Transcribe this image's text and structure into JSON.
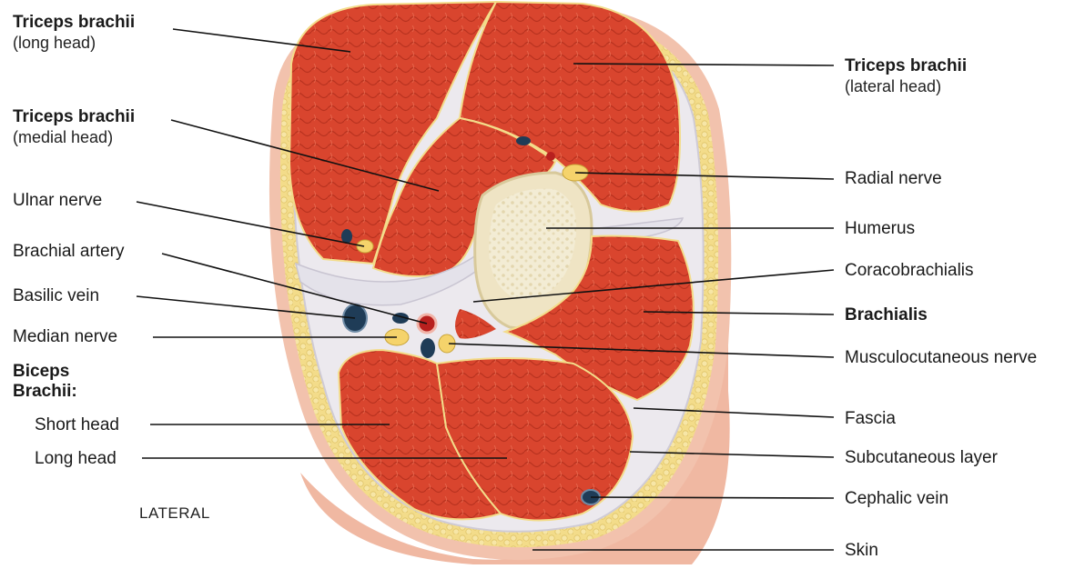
{
  "left_labels": {
    "triceps_long": {
      "name": "Triceps brachii",
      "sub": "(long head)"
    },
    "triceps_medial": {
      "name": "Triceps brachii",
      "sub": "(medial head)"
    },
    "ulnar_nerve": "Ulnar nerve",
    "brachial_artery": "Brachial artery",
    "basilic_vein": "Basilic vein",
    "median_nerve": "Median nerve",
    "biceps": {
      "line1": "Biceps",
      "line2": "Brachii:"
    },
    "short_head": "Short head",
    "long_head": "Long head",
    "lateral": "LATERAL"
  },
  "right_labels": {
    "triceps_lateral": {
      "name": "Triceps brachii",
      "sub": "(lateral head)"
    },
    "radial_nerve": "Radial nerve",
    "humerus": "Humerus",
    "coracobrachialis": "Coracobrachialis",
    "brachialis": "Brachialis",
    "musculocutaneous_nerve": "Musculocutaneous nerve",
    "fascia": "Fascia",
    "subcutaneous_layer": "Subcutaneous layer",
    "cephalic_vein": "Cephalic vein",
    "skin": "Skin"
  },
  "colors": {
    "muscle": "#d9452e",
    "muscle_dark": "#b8321f",
    "fat": "#f3dc8a",
    "skin": "#f2c2ad",
    "fascia": "#e6e6ec",
    "bone": "#f1ead2",
    "vein": "#1f3c57",
    "artery": "#b8201e",
    "nerve": "#f5d36b"
  }
}
